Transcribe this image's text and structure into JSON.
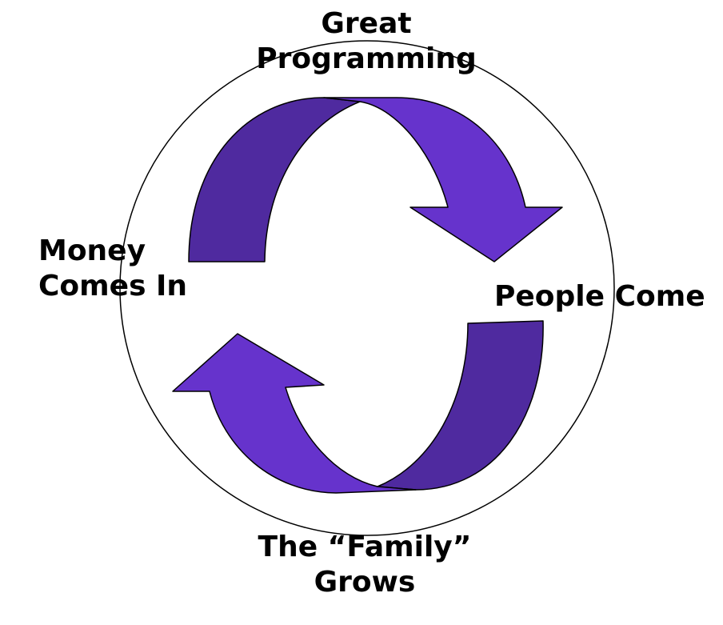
{
  "colors": {
    "background": "#ffffff",
    "circle_stroke": "#000000",
    "arrow_outer": "#6633cc",
    "arrow_inner": "#4f2a9f",
    "arrow_stroke": "#000000",
    "text": "#000000"
  },
  "labels": {
    "top": {
      "line1": "Great",
      "line2": "Programming"
    },
    "right": {
      "line1": "People Come"
    },
    "bottom": {
      "line1": "The “Family”",
      "line2": "Grows"
    },
    "left": {
      "line1": "Money",
      "line2": "Comes In"
    }
  }
}
